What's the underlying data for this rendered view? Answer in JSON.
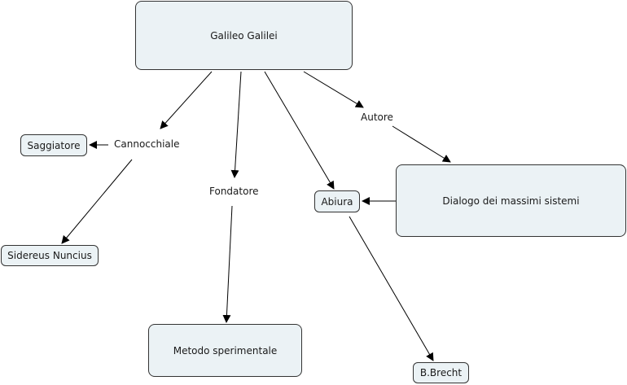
{
  "diagram": {
    "type": "concept-map",
    "colors": {
      "node_fill": "#ebf2f5",
      "node_border": "#333333",
      "link": "#000000",
      "background": "#ffffff"
    },
    "concepts": {
      "galileo": "Galileo Galilei",
      "saggiatore": "Saggiatore",
      "sidereus": "Sidereus Nuncius",
      "abiura": "Abiura",
      "dialogo": "Dialogo dei massimi sistemi",
      "metodo": "Metodo sperimentale",
      "brecht": "B.Brecht"
    },
    "linking_phrases": {
      "cannocchiale": "Cannocchiale",
      "fondatore": "Fondatore",
      "autore": "Autore"
    },
    "connections": [
      {
        "from": "Galileo Galilei",
        "to": "Cannocchiale"
      },
      {
        "from": "Cannocchiale",
        "to": "Saggiatore"
      },
      {
        "from": "Cannocchiale",
        "to": "Sidereus Nuncius"
      },
      {
        "from": "Galileo Galilei",
        "to": "Fondatore"
      },
      {
        "from": "Fondatore",
        "to": "Metodo sperimentale"
      },
      {
        "from": "Galileo Galilei",
        "to": "Abiura"
      },
      {
        "from": "Galileo Galilei",
        "to": "Autore"
      },
      {
        "from": "Autore",
        "to": "Dialogo dei massimi sistemi"
      },
      {
        "from": "Dialogo dei massimi sistemi",
        "to": "Abiura"
      },
      {
        "from": "Abiura",
        "to": "B.Brecht"
      }
    ]
  }
}
